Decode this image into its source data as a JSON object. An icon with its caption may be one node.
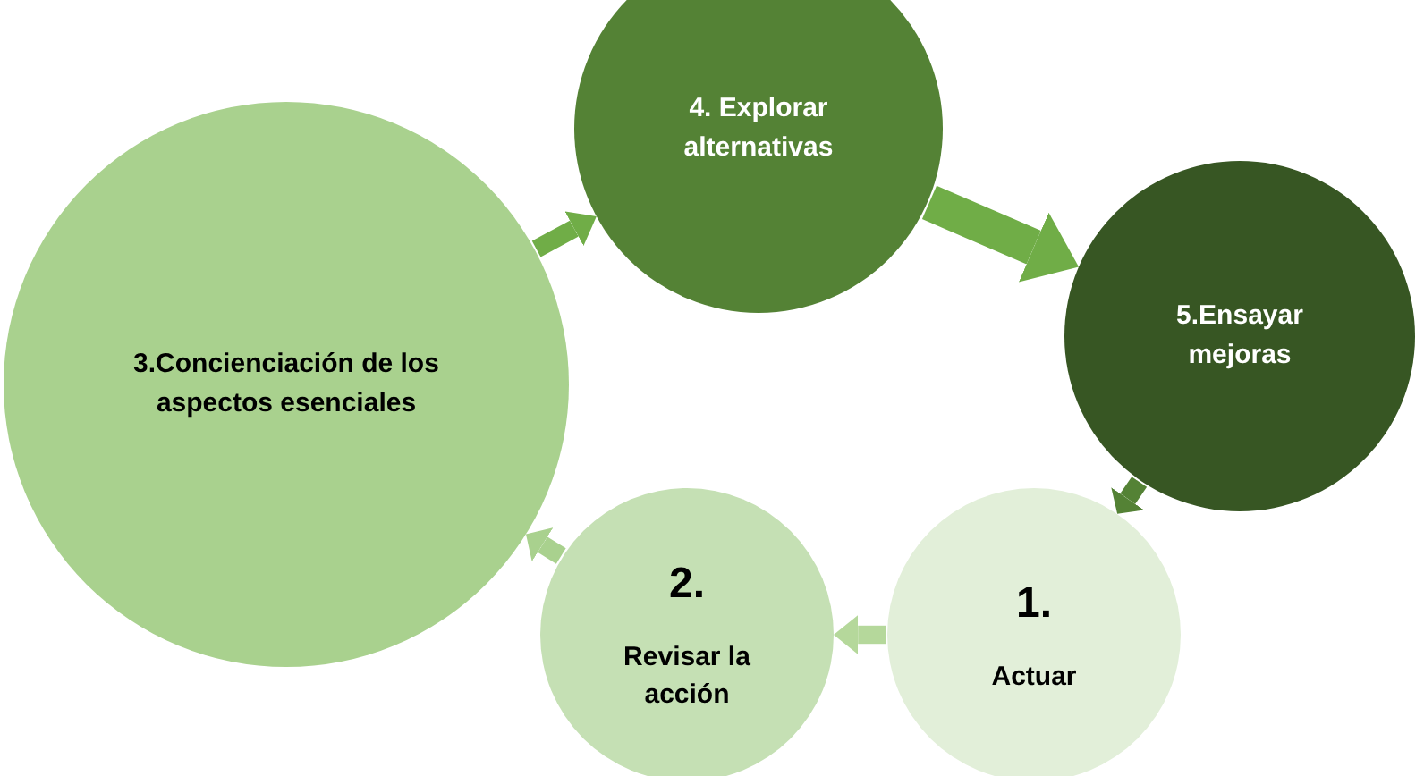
{
  "diagram": {
    "nodes": [
      {
        "text": [
          "1.",
          "Actuar"
        ]
      },
      {
        "text": [
          "2.",
          "Revisar la acción"
        ]
      },
      {
        "text": [
          "3.Concienciación de los aspectos esenciales"
        ]
      },
      {
        "text": [
          "4. Explorar alternativas"
        ]
      },
      {
        "text": [
          "5.Ensayar mejoras"
        ]
      }
    ],
    "edges": [
      {
        "from": 0,
        "to": 1,
        "arrow": "to",
        "color": "#b5d89b"
      },
      {
        "from": 1,
        "to": 2,
        "arrow": "to",
        "color": "#a9d18e"
      },
      {
        "from": 2,
        "to": 3,
        "arrow": "to",
        "color": "#70ad47"
      },
      {
        "from": 3,
        "to": 4,
        "arrow": "to",
        "color": "#70ad47",
        "style": "thick"
      },
      {
        "from": 4,
        "to": 0,
        "arrow": "to",
        "color": "#548235"
      }
    ]
  }
}
